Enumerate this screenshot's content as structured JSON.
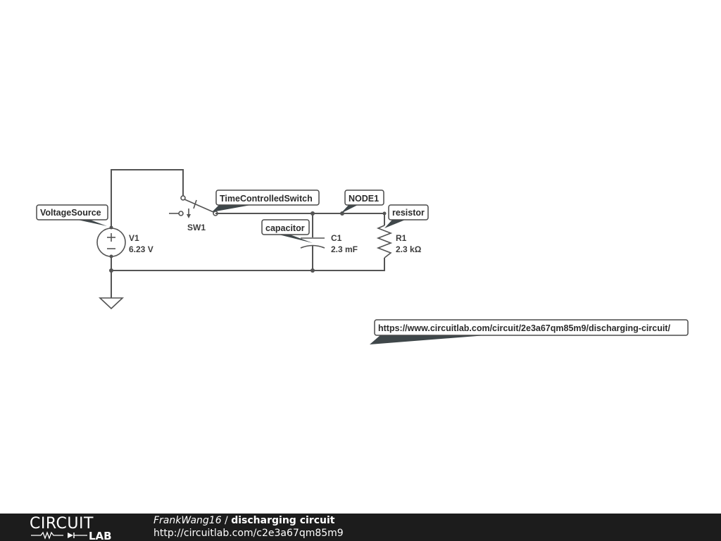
{
  "components": {
    "v1": {
      "ref": "V1",
      "value": "6.23 V",
      "tag": "VoltageSource"
    },
    "sw1": {
      "ref": "SW1",
      "tag": "TimeControlledSwitch"
    },
    "c1": {
      "ref": "C1",
      "value": "2.3 mF",
      "tag": "capacitor"
    },
    "r1": {
      "ref": "R1",
      "value": "2.3 kΩ",
      "tag": "resistor"
    },
    "node1": {
      "tag": "NODE1"
    }
  },
  "source_url": "https://www.circuitlab.com/circuit/2e3a67qm85m9/discharging-circuit/",
  "footer": {
    "logo_top": "CIRCUIT",
    "logo_bottom": "LAB",
    "author": "FrankWang16",
    "separator": " / ",
    "circuit_title": "discharging circuit",
    "short_url": "http://circuitlab.com/c2e3a67qm85m9"
  }
}
